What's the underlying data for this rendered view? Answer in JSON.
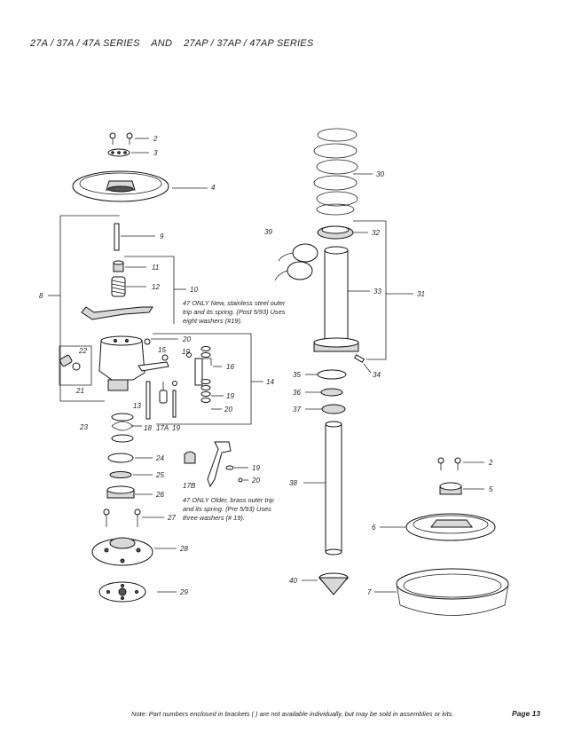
{
  "header": {
    "title_left": "27A / 37A / 47A SERIES",
    "title_mid": "AND",
    "title_right": "27AP / 37AP / 47AP SERIES"
  },
  "footer": {
    "note": "Note: Part numbers enclosed in brackets ( ) are not available individually, but may be sold in assemblies or kits.",
    "page": "Page 13"
  },
  "notes": {
    "new_trip": "47 ONLY New, stainless steel outer trip and its spring. (Post 5/93) Uses eight washers (#19).",
    "old_trip": "47 ONLY Older, brass outer trip and its spring. (Pre 5/93) Uses three washers (# 19)."
  },
  "callouts": [
    {
      "id": "c2a",
      "label": "2"
    },
    {
      "id": "c3",
      "label": "3"
    },
    {
      "id": "c4",
      "label": "4"
    },
    {
      "id": "c9",
      "label": "9"
    },
    {
      "id": "c11",
      "label": "11"
    },
    {
      "id": "c12",
      "label": "12"
    },
    {
      "id": "c10",
      "label": "10"
    },
    {
      "id": "c8",
      "label": "8"
    },
    {
      "id": "c20a",
      "label": "20"
    },
    {
      "id": "c15",
      "label": "15"
    },
    {
      "id": "c19a",
      "label": "19"
    },
    {
      "id": "c16",
      "label": "16"
    },
    {
      "id": "c14",
      "label": "14"
    },
    {
      "id": "c19b",
      "label": "19"
    },
    {
      "id": "c20b",
      "label": "20"
    },
    {
      "id": "c22",
      "label": "22"
    },
    {
      "id": "c21",
      "label": "21"
    },
    {
      "id": "c13",
      "label": "13"
    },
    {
      "id": "c23",
      "label": "23"
    },
    {
      "id": "c18",
      "label": "18"
    },
    {
      "id": "c17a",
      "label": "17A"
    },
    {
      "id": "c19c",
      "label": "19"
    },
    {
      "id": "c24",
      "label": "24"
    },
    {
      "id": "c25",
      "label": "25"
    },
    {
      "id": "c26",
      "label": "26"
    },
    {
      "id": "c27",
      "label": "27"
    },
    {
      "id": "c28",
      "label": "28"
    },
    {
      "id": "c29",
      "label": "29"
    },
    {
      "id": "c17b",
      "label": "17B"
    },
    {
      "id": "c19d",
      "label": "19"
    },
    {
      "id": "c20c",
      "label": "20"
    },
    {
      "id": "c30",
      "label": "30"
    },
    {
      "id": "c39",
      "label": "39"
    },
    {
      "id": "c32",
      "label": "32"
    },
    {
      "id": "c33",
      "label": "33"
    },
    {
      "id": "c31",
      "label": "31"
    },
    {
      "id": "c35",
      "label": "35"
    },
    {
      "id": "c34",
      "label": "34"
    },
    {
      "id": "c36",
      "label": "36"
    },
    {
      "id": "c37",
      "label": "37"
    },
    {
      "id": "c38",
      "label": "38"
    },
    {
      "id": "c40",
      "label": "40"
    },
    {
      "id": "c2b",
      "label": "2"
    },
    {
      "id": "c5",
      "label": "5"
    },
    {
      "id": "c6",
      "label": "6"
    },
    {
      "id": "c7",
      "label": "7"
    }
  ]
}
